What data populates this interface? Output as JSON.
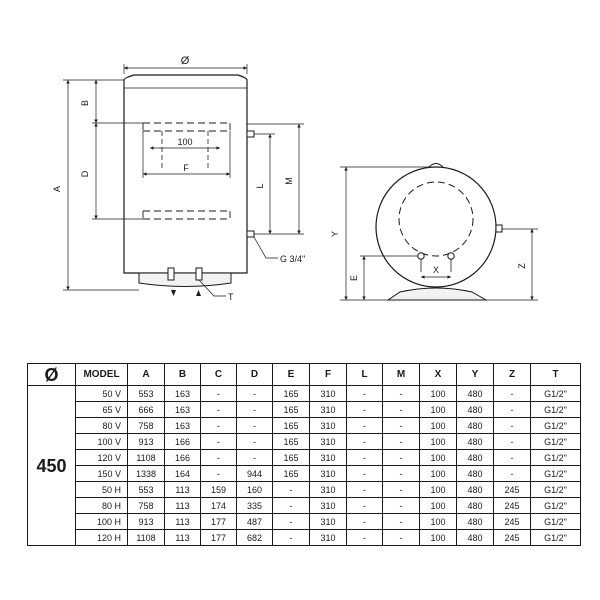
{
  "drawing": {
    "labels": {
      "diameter": "Ø",
      "a": "A",
      "b": "B",
      "d": "D",
      "f": "F",
      "l": "L",
      "m": "M",
      "dim_100": "100",
      "connection": "G 3/4\"",
      "t": "T",
      "y": "Y",
      "e": "E",
      "x": "X",
      "z": "Z"
    }
  },
  "table": {
    "headers": [
      "Ø",
      "MODEL",
      "A",
      "B",
      "C",
      "D",
      "E",
      "F",
      "L",
      "M",
      "X",
      "Y",
      "Z",
      "T"
    ],
    "diameter": "450",
    "rows": [
      [
        "50 V",
        "553",
        "163",
        "-",
        "-",
        "165",
        "310",
        "-",
        "-",
        "100",
        "480",
        "-",
        "G1/2\""
      ],
      [
        "65 V",
        "666",
        "163",
        "-",
        "-",
        "165",
        "310",
        "-",
        "-",
        "100",
        "480",
        "-",
        "G1/2\""
      ],
      [
        "80 V",
        "758",
        "163",
        "-",
        "-",
        "165",
        "310",
        "-",
        "-",
        "100",
        "480",
        "-",
        "G1/2\""
      ],
      [
        "100 V",
        "913",
        "166",
        "-",
        "-",
        "165",
        "310",
        "-",
        "-",
        "100",
        "480",
        "-",
        "G1/2\""
      ],
      [
        "120 V",
        "1108",
        "166",
        "-",
        "-",
        "165",
        "310",
        "-",
        "-",
        "100",
        "480",
        "-",
        "G1/2\""
      ],
      [
        "150 V",
        "1338",
        "164",
        "-",
        "944",
        "165",
        "310",
        "-",
        "-",
        "100",
        "480",
        "-",
        "G1/2\""
      ],
      [
        "50 H",
        "553",
        "113",
        "159",
        "160",
        "-",
        "310",
        "-",
        "-",
        "100",
        "480",
        "245",
        "G1/2\""
      ],
      [
        "80 H",
        "758",
        "113",
        "174",
        "335",
        "-",
        "310",
        "-",
        "-",
        "100",
        "480",
        "245",
        "G1/2\""
      ],
      [
        "100 H",
        "913",
        "113",
        "177",
        "487",
        "-",
        "310",
        "-",
        "-",
        "100",
        "480",
        "245",
        "G1/2\""
      ],
      [
        "120 H",
        "1108",
        "113",
        "177",
        "682",
        "-",
        "310",
        "-",
        "-",
        "100",
        "480",
        "245",
        "G1/2\""
      ]
    ]
  }
}
